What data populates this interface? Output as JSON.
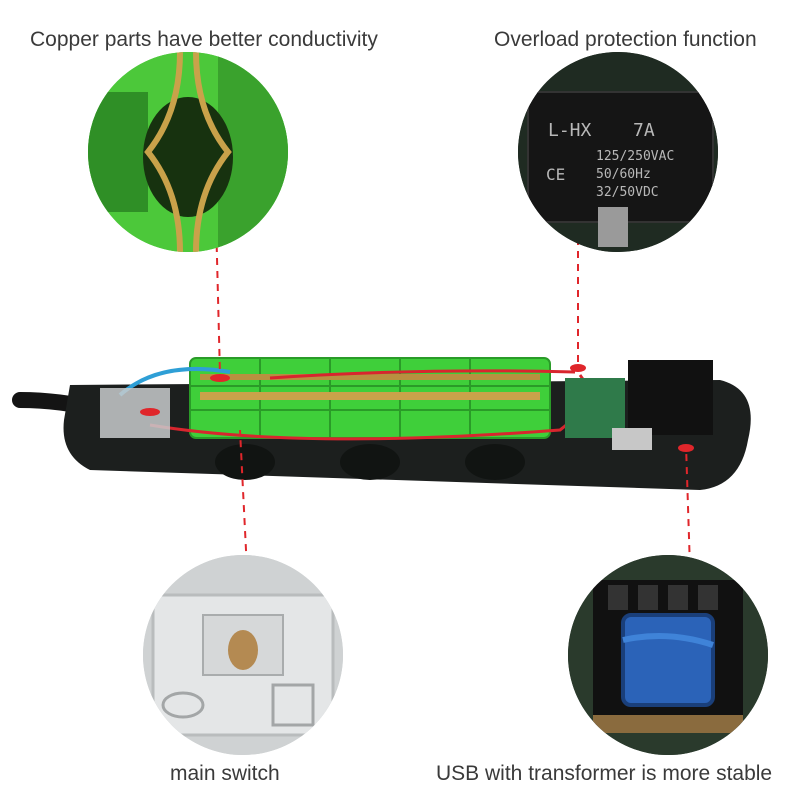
{
  "labels": {
    "top_left": "Copper parts have better conductivity",
    "top_right": "Overload protection function",
    "bottom_left": "main switch",
    "bottom_right": "USB with transformer is more stable"
  },
  "breaker_markings": {
    "model": "L-HX",
    "current": "7A",
    "line1": "125/250VAC",
    "line2": "50/60Hz",
    "line3": "32/50VDC",
    "mark": "CE"
  },
  "colors": {
    "pointer": "#e0262b",
    "frame_green": "#3fcf3a",
    "copper": "#c9a24a",
    "housing": "#1c1f1e"
  }
}
